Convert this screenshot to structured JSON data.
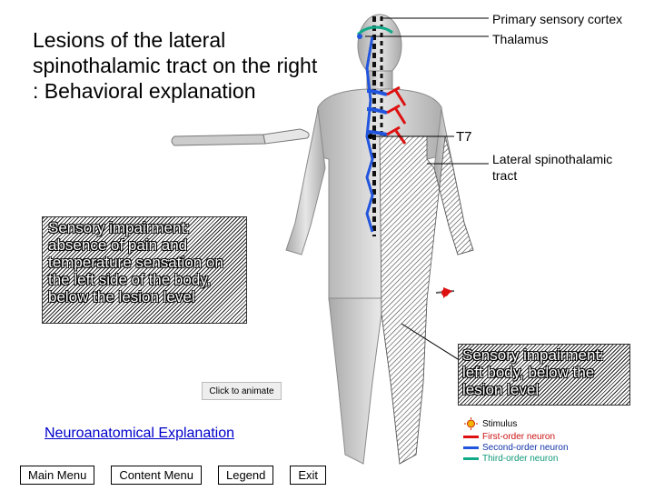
{
  "title": "Lesions of the lateral spinothalamic tract on the right : Behavioral explanation",
  "callouts": {
    "cortex": "Primary sensory cortex",
    "thalamus": "Thalamus",
    "level": "T7",
    "tract": "Lateral spinothalamic tract"
  },
  "impairment_left_box": "Sensory impairment: absence of pain and temperature sensation on the left side of the body, below the lesion level",
  "impairment_right_box": "Sensory impairment: left body, below the lesion level",
  "animate_button": "Click to animate",
  "neuro_link": "Neuroanatomical Explanation",
  "nav": {
    "main_menu": "Main Menu",
    "content_menu": "Content Menu",
    "legend": "Legend",
    "exit": "Exit"
  },
  "legend": {
    "stimulus": "Stimulus",
    "first_order": "First-order neuron",
    "second_order": "Second-order neuron",
    "third_order": "Third-order neuron"
  },
  "colors": {
    "first_order": "#dd1111",
    "second_order": "#2255dd",
    "third_order": "#11aa88",
    "body": "#cfcfcf",
    "stimulus": "#f2b400"
  }
}
